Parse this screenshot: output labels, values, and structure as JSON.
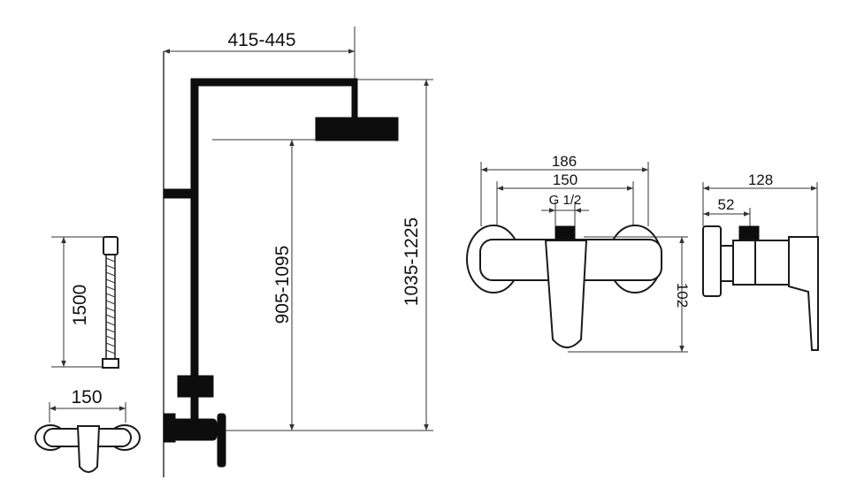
{
  "colors": {
    "line": "#333333",
    "solid": "#0d0d0d",
    "background": "#ffffff"
  },
  "hose": {
    "length_label": "1500"
  },
  "small_mixer": {
    "width_label": "150"
  },
  "shower_column": {
    "arm_reach_label": "415-445",
    "head_height_label": "905-1095",
    "total_height_label": "1035-1225"
  },
  "front_view": {
    "overall_width_label": "186",
    "center_distance_label": "150",
    "thread_label": "G 1/2",
    "height_label": "102"
  },
  "side_view": {
    "depth_label": "128",
    "offset_label": "52"
  }
}
